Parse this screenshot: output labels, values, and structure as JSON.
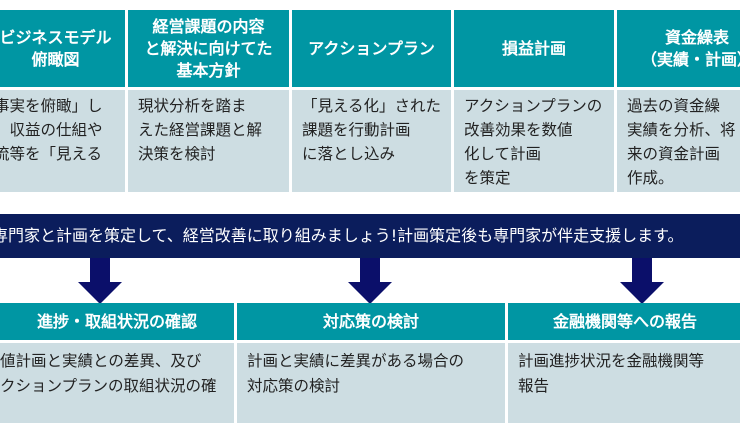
{
  "top_columns": [
    {
      "header": "ビジネスモデル\n俯瞰図",
      "body": "事実を俯瞰」し\n、収益の仕組や\n流等を「見える\n」"
    },
    {
      "header": "経営課題の内容\nと解決に向けてた\n基本方針",
      "body": "現状分析を踏ま\nえた経営課題と解\n決策を検討"
    },
    {
      "header": "アクションプラン",
      "body": "「見える化」された\n課題を行動計画\nに落とし込み"
    },
    {
      "header": "損益計画",
      "body": "アクションプランの\n改善効果を数値\n化して計画\nを策定"
    },
    {
      "header": "資金繰表\n（実績・計画）",
      "body": "過去の資金繰\n実績を分析、将\n来の資金計画\n作成。"
    }
  ],
  "banner": "専門家と計画を策定して、経営改善に取り組みましょう!計画策定後も専門家が伴走支援します。",
  "bottom_columns": [
    {
      "header": "進捗・取組状況の確認",
      "body": "値計画と実績との差異、及び\nクションプランの取組状況の確"
    },
    {
      "header": "対応策の検討",
      "body": "計画と実績に差異がある場合の\n対応策の検討"
    },
    {
      "header": "金融機関等への報告",
      "body": "計画進捗状況を金融機関等\n報告"
    }
  ],
  "colors": {
    "teal": "#0096a3",
    "navy": "#0b1d5c",
    "light": "#cddde2"
  }
}
